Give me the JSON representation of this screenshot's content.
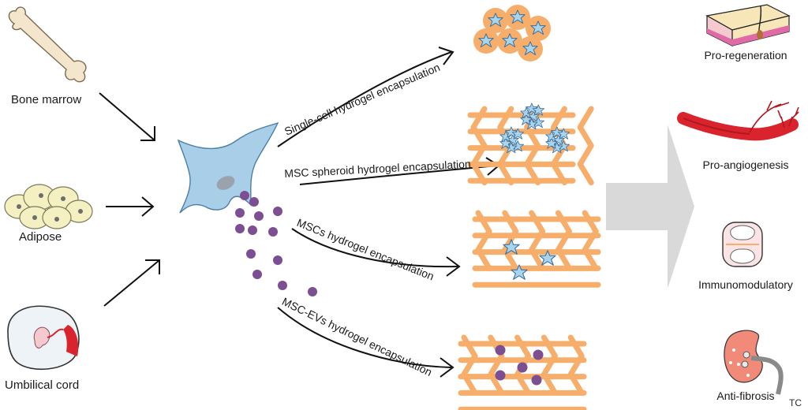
{
  "sources": [
    {
      "id": "bone",
      "label": "Bone marrow"
    },
    {
      "id": "adipose",
      "label": "Adipose"
    },
    {
      "id": "cord",
      "label": "Umbilical cord"
    }
  ],
  "methods": [
    {
      "id": "single",
      "label": "Single-cell hydrogel encapsulation"
    },
    {
      "id": "spheroid",
      "label": "MSC spheroid hydrogel encapsulation"
    },
    {
      "id": "mscs",
      "label": "MSCs hydrogel encapsulation"
    },
    {
      "id": "evs",
      "label": "MSC-EVs hydrogel encapsulation"
    }
  ],
  "outcomes": [
    {
      "id": "regen",
      "label": "Pro-regeneration"
    },
    {
      "id": "angio",
      "label": "Pro-angiogenesis"
    },
    {
      "id": "immuno",
      "label": "Immunomodulatory"
    },
    {
      "id": "fibro",
      "label": "Anti-fibrosis"
    }
  ],
  "watermark": "TC",
  "colors": {
    "cell": "#a9cfe8",
    "cell_stroke": "#6b9cc0",
    "nucleus": "#9aa3ad",
    "vesicle": "#7b4f92",
    "hydrogel": "#f6ae6a",
    "hydrogel_dark": "#e8944a",
    "bone": "#f3e6cc",
    "adipocyte": "#f5f0c2",
    "vessel": "#d9232d",
    "big_arrow": "#d9d9d9"
  }
}
